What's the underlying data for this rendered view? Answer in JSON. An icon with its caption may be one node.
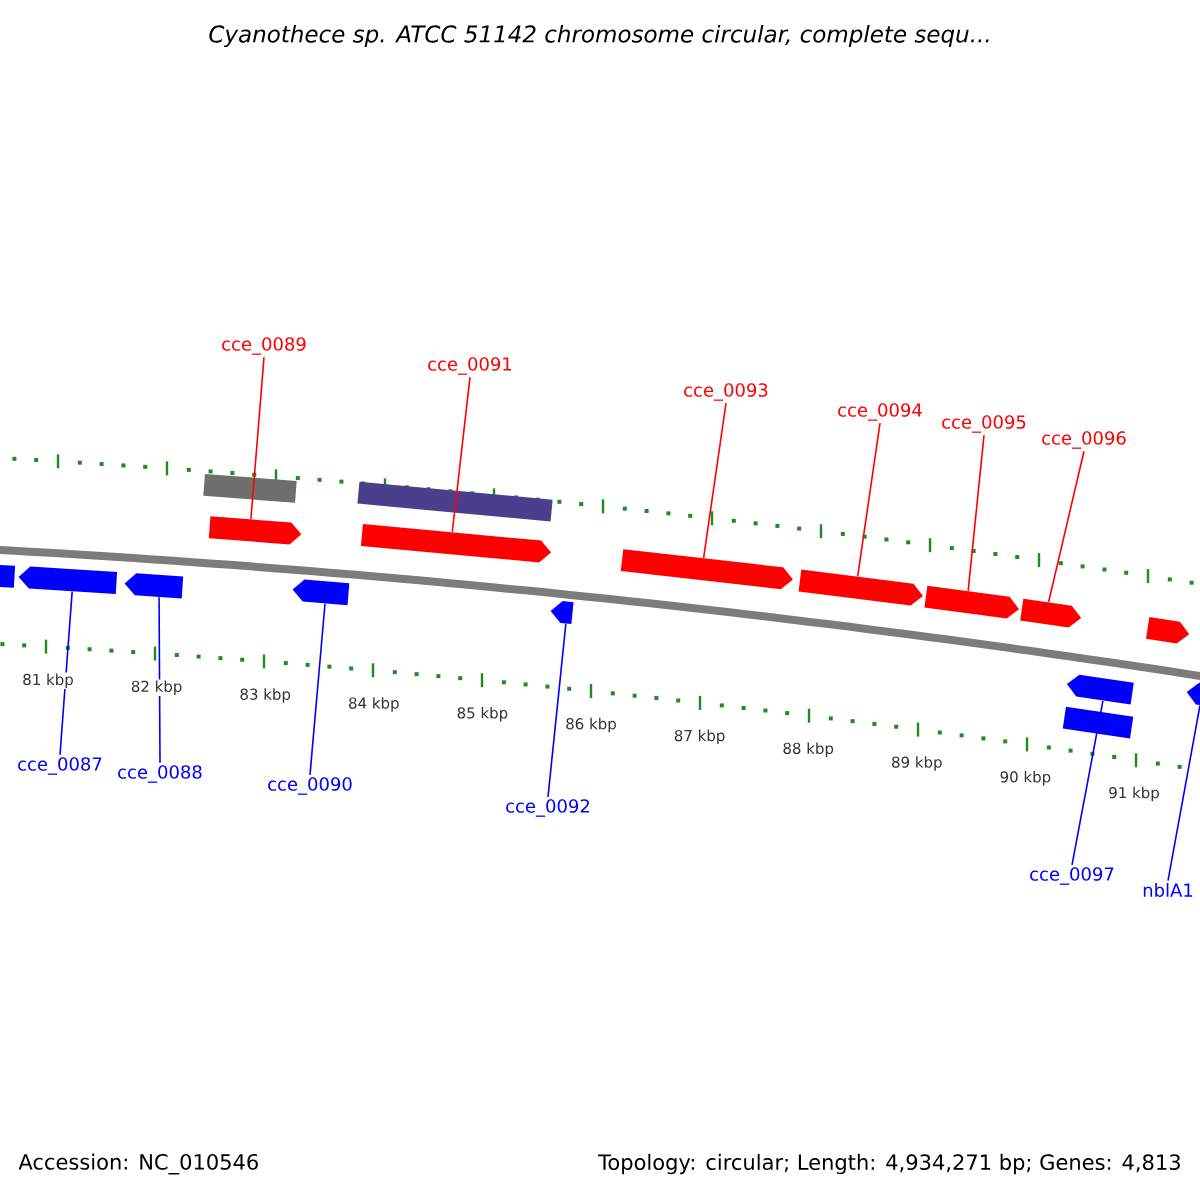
{
  "diagram": {
    "title": "Cyanothece sp. ATCC 51142 chromosome circular, complete sequ...",
    "nodes": [
      {
        "text": [
          "cce_0089"
        ]
      },
      {
        "text": [
          "cce_0091"
        ]
      },
      {
        "text": [
          "cce_0093"
        ]
      },
      {
        "text": [
          "cce_0094"
        ]
      },
      {
        "text": [
          "cce_0095"
        ]
      },
      {
        "text": [
          "cce_0096"
        ]
      },
      {
        "text": [
          "cce_0087"
        ]
      },
      {
        "text": [
          "cce_0088"
        ]
      },
      {
        "text": [
          "cce_0090"
        ]
      },
      {
        "text": [
          "cce_0092"
        ]
      },
      {
        "text": [
          "cce_0097"
        ]
      },
      {
        "text": [
          "nblA1"
        ]
      },
      {
        "text": [],
        "shape": "arrow"
      },
      {
        "text": [],
        "shape": "arrow"
      },
      {
        "text": [],
        "shape": "arrow"
      },
      {
        "text": [],
        "shape": "bar"
      },
      {
        "text": [],
        "shape": "arrow"
      },
      {
        "text": [],
        "shape": "arrow"
      },
      {
        "text": [],
        "shape": "bar"
      },
      {
        "text": [],
        "shape": "arrow"
      },
      {
        "text": [],
        "shape": "arrow"
      },
      {
        "text": [],
        "shape": "arrow"
      },
      {
        "text": [],
        "shape": "arrow"
      },
      {
        "text": [],
        "shape": "arrow"
      },
      {
        "text": [],
        "shape": "arrow"
      },
      {
        "text": [],
        "shape": "arrow"
      },
      {
        "text": [],
        "shape": "bar"
      },
      {
        "text": [],
        "shape": "arrow"
      },
      {
        "text": [],
        "shape": "arrow"
      }
    ],
    "edges": [
      {
        "from": 0,
        "to": 16,
        "arrow": "none",
        "color": "#ff0000"
      },
      {
        "from": 1,
        "to": 19,
        "arrow": "none",
        "color": "#ff0000"
      },
      {
        "from": 2,
        "to": 21,
        "arrow": "none",
        "color": "#ff0000"
      },
      {
        "from": 3,
        "to": 22,
        "arrow": "none",
        "color": "#ff0000"
      },
      {
        "from": 4,
        "to": 23,
        "arrow": "none",
        "color": "#ff0000"
      },
      {
        "from": 5,
        "to": 24,
        "arrow": "none",
        "color": "#ff0000"
      },
      {
        "from": 6,
        "to": 13,
        "arrow": "none",
        "color": "#0000ff"
      },
      {
        "from": 7,
        "to": 14,
        "arrow": "none",
        "color": "#0000ff"
      },
      {
        "from": 8,
        "to": 17,
        "arrow": "none",
        "color": "#0000ff"
      },
      {
        "from": 9,
        "to": 20,
        "arrow": "none",
        "color": "#0000ff"
      },
      {
        "from": 10,
        "to": 25,
        "arrow": "none",
        "color": "#0000ff"
      },
      {
        "from": 11,
        "to": 28,
        "arrow": "none",
        "color": "#0000ff"
      }
    ],
    "labels": [
      "81 kbp",
      "82 kbp",
      "83 kbp",
      "84 kbp",
      "85 kbp",
      "86 kbp",
      "87 kbp",
      "88 kbp",
      "89 kbp",
      "90 kbp",
      "91 kbp",
      "Accession: NC_010546",
      "Topology: circular; Length: 4,934,271 bp; Genes: 4,813"
    ]
  }
}
